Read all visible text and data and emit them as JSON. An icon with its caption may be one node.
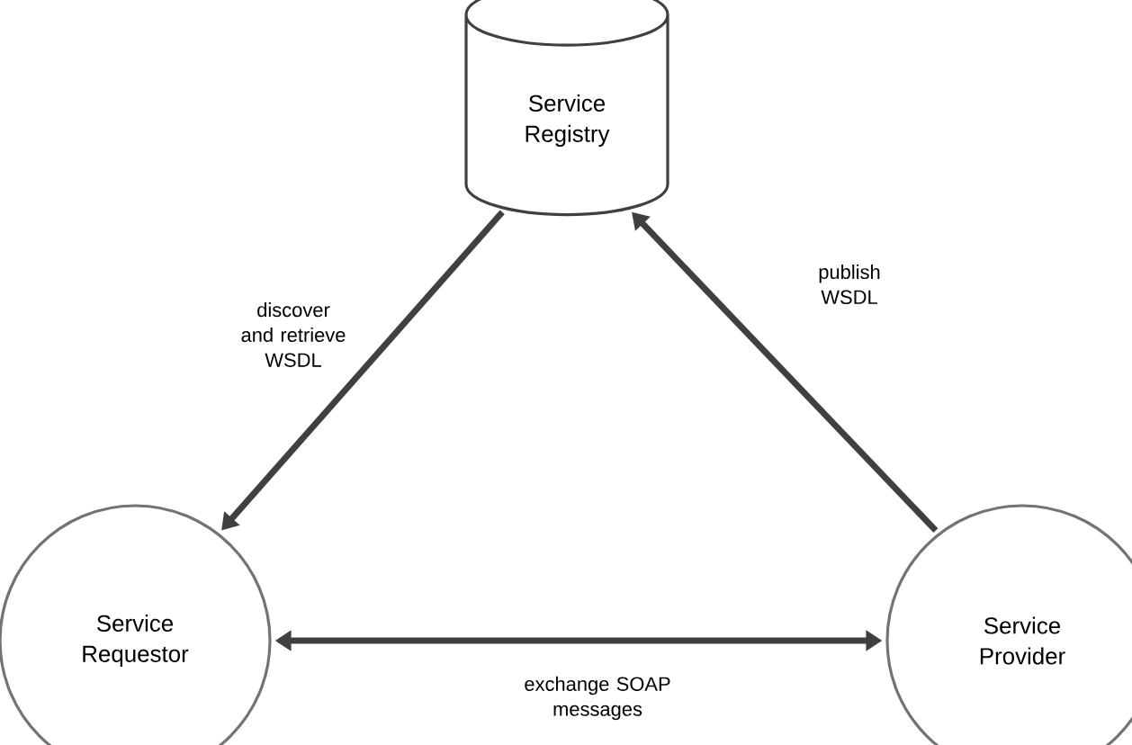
{
  "diagram": {
    "nodes": [
      {
        "text": [
          "Service Registry"
        ]
      },
      {
        "text": [
          "Service Requestor"
        ]
      },
      {
        "text": [
          "Service Provider"
        ]
      }
    ],
    "edges": [
      {
        "from": 0,
        "to": 1,
        "arrow": "to",
        "label": "discover and retrieve WSDL"
      },
      {
        "from": 2,
        "to": 0,
        "arrow": "to",
        "label": "publish WSDL"
      },
      {
        "from": 1,
        "to": 2,
        "arrow": "both",
        "label": "exchange SOAP messages"
      }
    ]
  }
}
